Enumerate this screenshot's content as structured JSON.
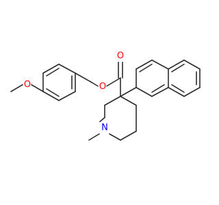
{
  "molecule": {
    "atoms": {
      "methoxy_o": {
        "symbol": "O",
        "color": "#ff0000"
      },
      "ester_o_single": {
        "symbol": "O",
        "color": "#ff0000"
      },
      "ester_o_double": {
        "symbol": "O",
        "color": "#ff0000"
      },
      "piperidine_n": {
        "symbol": "N",
        "color": "#0000ff"
      }
    },
    "bond_color": "#2b2b2b",
    "background": "#ffffff"
  }
}
